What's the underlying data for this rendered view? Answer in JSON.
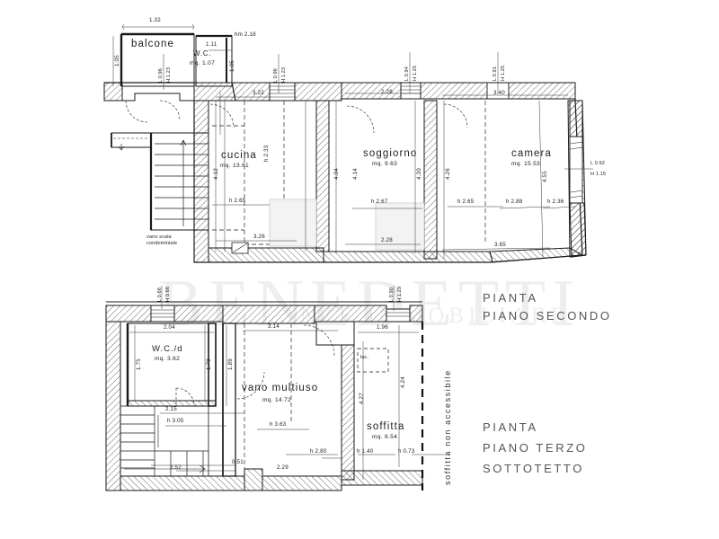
{
  "drawing": {
    "kind": "architectural-floor-plan",
    "watermark_line1": "BENEDETTI",
    "watermark_line2": "...NZE IMMOBILIARE"
  },
  "titles": {
    "upper": {
      "line1": "PIANTA",
      "line2": "PIANO SECONDO"
    },
    "lower": {
      "line1": "PIANTA",
      "line2": "PIANO TERZO",
      "line3": "SOTTOTETTO"
    }
  },
  "upper_plan": {
    "rooms": [
      {
        "name": "balcone",
        "area": ""
      },
      {
        "name": "W.C.",
        "area": "mq. 1.07"
      },
      {
        "name": "cucina",
        "area": "mq. 13.61"
      },
      {
        "name": "soggiorno",
        "area": "mq. 9.63"
      },
      {
        "name": "camera",
        "area": "mq. 15.53"
      }
    ],
    "stair_note_line1": "vano scala",
    "stair_note_line2": "condominiale",
    "dims": {
      "balcone_width": "1.32",
      "balcone_side": "1.05",
      "wc_width": "1.11",
      "wc_side": "1.05",
      "wc_hm": "hm 2.18",
      "cucina_top": "3.22",
      "cucina_left": "4.12",
      "cucina_bottom": "3.26",
      "cucina_h": "h 2.65",
      "cucina_h2": "h 2.33",
      "soggiorno_top": "2.28",
      "soggiorno_bottom": "2.28",
      "soggiorno_left": "4.14",
      "soggiorno_wall_left": "4.04",
      "soggiorno_right": "4.30",
      "soggiorno_h": "h 2.67",
      "camera_top": "3.40",
      "camera_left": "4.26",
      "camera_right": "4.55",
      "camera_bottom": "3.65",
      "camera_h1": "h 2.65",
      "camera_h2": "h 2.88",
      "camera_h3": "h 2.36"
    },
    "openings": [
      {
        "w": "L 0.96",
        "h": "H 1.23"
      },
      {
        "w": "L 0.96",
        "h": "H 1.23"
      },
      {
        "w": "L 0.94",
        "h": "H 1.25"
      },
      {
        "w": "L 0.91",
        "h": "H 1.25"
      },
      {
        "w": "L 0.92",
        "h": "H 1.15"
      }
    ]
  },
  "lower_plan": {
    "rooms": [
      {
        "name": "W.C./d",
        "area": "mq. 3.62"
      },
      {
        "name": "vano multiuso",
        "area": "mq. 14.72"
      },
      {
        "name": "soffitta",
        "area": "mq. 8.54"
      }
    ],
    "side_note": "soffitta non accessibile",
    "skylight_label": "luc.",
    "dims": {
      "wc_width": "2.04",
      "wc_left": "1.75",
      "wc_right": "1.78",
      "corridor": "1.89",
      "multiuso_top": "3.14",
      "multiuso_right": "4.24",
      "multiuso_h": "h 3.63",
      "multiuso_bottom": "2.29",
      "multiuso_h2": "h 2.80",
      "stair_w": "2.15",
      "stair_h": "h 3.05",
      "stair_b": "2.52",
      "step": "0.51",
      "soffitta_top": "1.96",
      "soffitta_left": "4.27",
      "soffitta_h1": "h 1.40",
      "soffitta_h2": "h 0.73"
    },
    "openings": [
      {
        "w": "L 0.66",
        "h": "H 0.66"
      },
      {
        "w": "L 0.90",
        "h": "H 1.29"
      }
    ]
  }
}
